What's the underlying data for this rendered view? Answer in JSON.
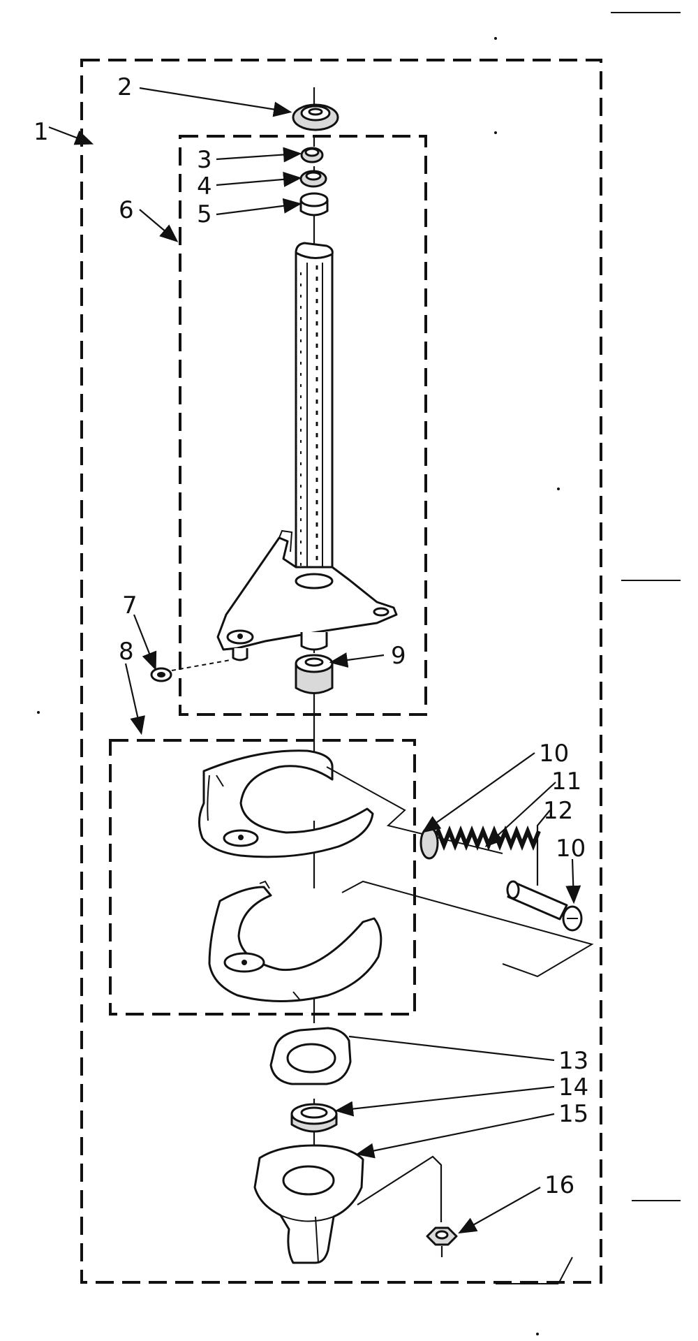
{
  "labels": {
    "l1": "1",
    "l2": "2",
    "l3": "3",
    "l4": "4",
    "l5": "5",
    "l6": "6",
    "l7": "7",
    "l8": "8",
    "l9": "9",
    "l10a": "10",
    "l11": "11",
    "l12": "12",
    "l10b": "10",
    "l13": "13",
    "l14": "14",
    "l15": "15",
    "l16": "16"
  }
}
